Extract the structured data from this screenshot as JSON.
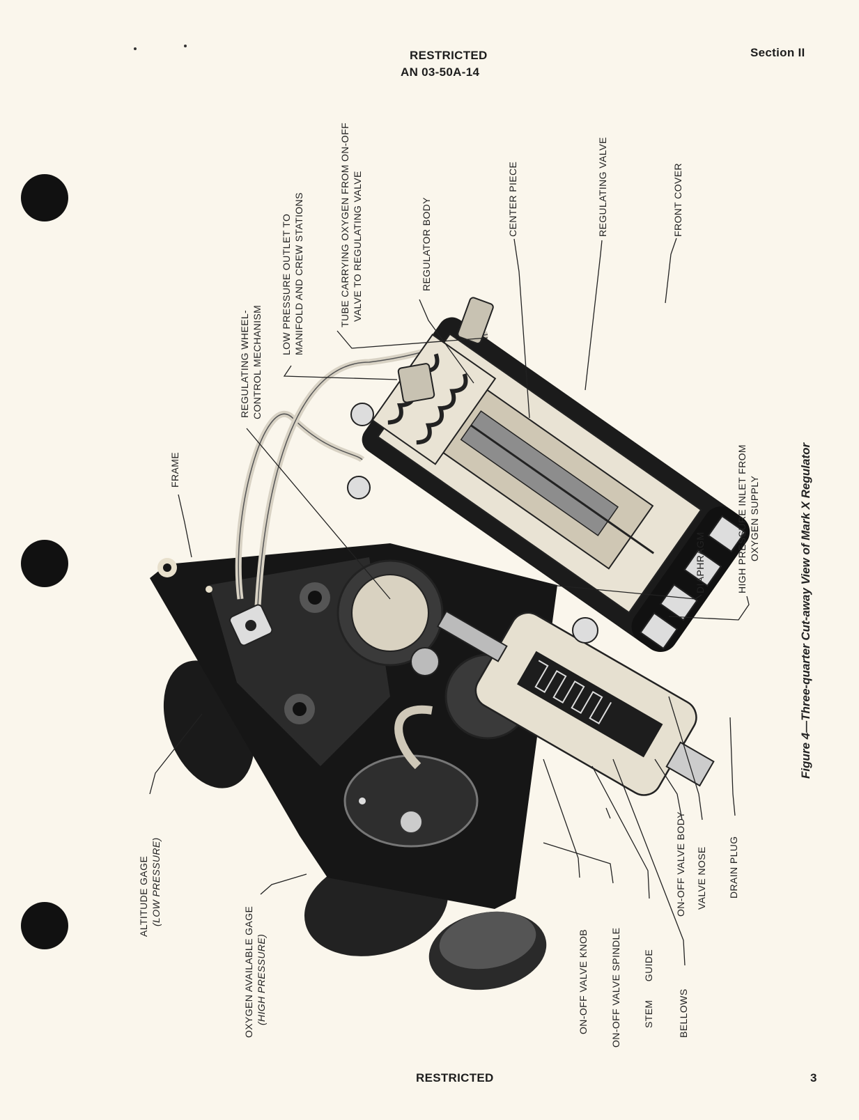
{
  "header": {
    "classification": "RESTRICTED",
    "doc_number": "AN 03-50A-14",
    "section": "Section II"
  },
  "figure": {
    "caption": "Figure 4—Three-quarter Cut-away View of Mark X Regulator",
    "labels": {
      "tube_1": "TUBE CARRYING OXYGEN FROM ON-OFF",
      "tube_2": "VALVE TO REGULATING VALVE",
      "low_pressure_1": "LOW PRESSURE OUTLET TO",
      "low_pressure_2": "MANIFOLD AND CREW STATIONS",
      "wheel_1": "REGULATING WHEEL-",
      "wheel_2": "CONTROL MECHANISM",
      "regulator_body": "REGULATOR BODY",
      "center_piece": "CENTER PIECE",
      "regulating_valve": "REGULATING VALVE",
      "front_cover": "FRONT COVER",
      "frame": "FRAME",
      "diaphragm": "DIAPHRAGM",
      "high_pressure_1": "HIGH PRESSURE INLET FROM",
      "high_pressure_2": "OXYGEN SUPPLY",
      "altitude_gage": "ALTITUDE GAGE",
      "low_pressure_paren": "(LOW PRESSURE)",
      "oxygen_gage": "OXYGEN AVAILABLE GAGE",
      "high_pressure_paren": "(HIGH PRESSURE)",
      "on_off_knob": "ON-OFF VALVE KNOB",
      "on_off_spindle": "ON-OFF VALVE SPINDLE",
      "stem_guide": "STEM GUIDE",
      "bellows": "BELLOWS",
      "on_off_body": "ON-OFF VALVE BODY",
      "valve_nose": "VALVE NOSE",
      "drain_plug": "DRAIN PLUG"
    }
  },
  "footer": {
    "classification": "RESTRICTED",
    "page_number": "3"
  }
}
